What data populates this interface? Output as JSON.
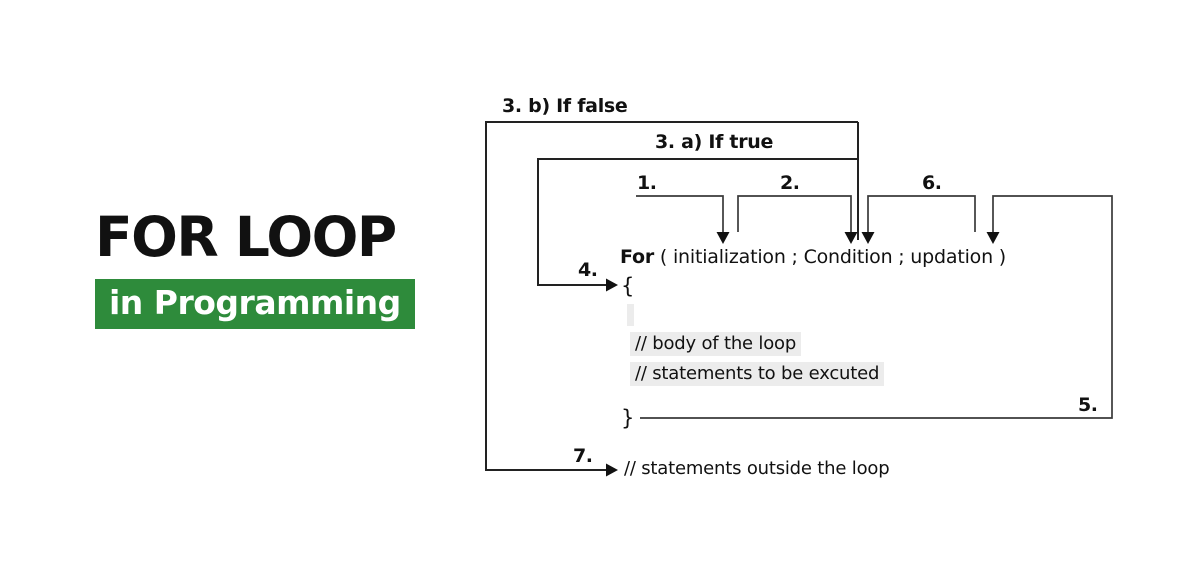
{
  "title": {
    "main": "FOR LOOP",
    "subtitle": "in Programming",
    "badge_color": "#2e8b3b"
  },
  "diagram": {
    "branch_false_label": "3. b) If false",
    "branch_true_label": "3. a) If true",
    "step_labels": {
      "one": "1.",
      "two": "2.",
      "four": "4.",
      "five": "5.",
      "six": "6.",
      "seven": "7."
    },
    "code": {
      "for_keyword": "For",
      "signature": "( initialization ; Condition ; updation )",
      "open_brace": "{",
      "close_brace": "}",
      "body_line_1": "// body of the loop",
      "body_line_2": "// statements to be excuted",
      "outside_line": "// statements outside the loop"
    },
    "line_color": "#3a3a3a",
    "highlight_color": "#ececec"
  }
}
